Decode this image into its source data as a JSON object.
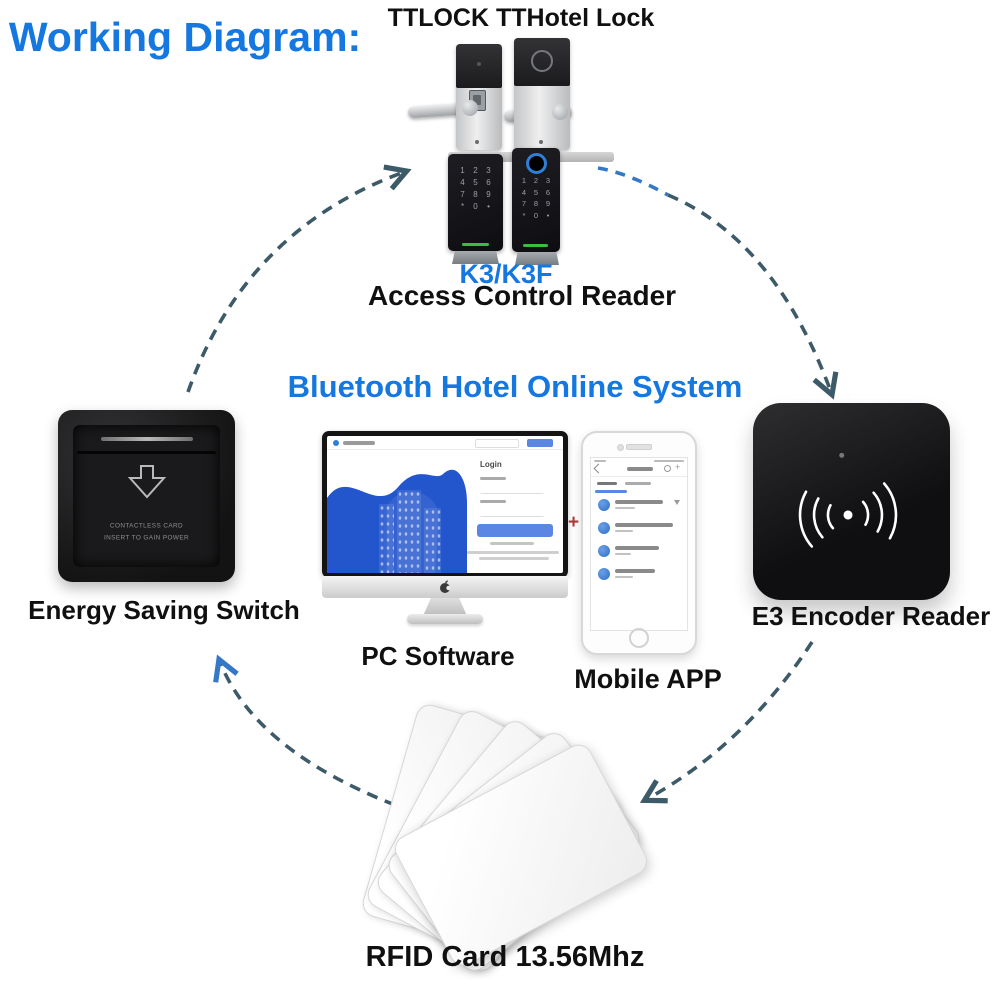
{
  "title": "Working Diagram:",
  "plus_sign": "+",
  "colors": {
    "accent_blue": "#1577e0",
    "label_black": "#101010",
    "arrow": "#3c5a68",
    "arrow_blue": "#3579c6",
    "green_indicator": "#35c03f",
    "red_plus": "#b03a3a",
    "screen_blue": "#2356cd",
    "button_blue": "#5c86e3"
  },
  "nodes": {
    "lock": {
      "label": "TTLOCK TTHotel Lock"
    },
    "access_reader": {
      "model": "K3/K3F",
      "label": "Access Control Reader",
      "keys": [
        "1",
        "2",
        "3",
        "4",
        "5",
        "6",
        "7",
        "8",
        "9",
        "*",
        "0",
        "•"
      ]
    },
    "system": {
      "label": "Bluetooth Hotel Online System"
    },
    "pc": {
      "label": "PC Software",
      "login_heading": "Login"
    },
    "mobile": {
      "label": "Mobile APP"
    },
    "energy_switch": {
      "label": "Energy Saving Switch",
      "panel_text": [
        "CONTACTLESS CARD",
        "INSERT TO GAIN POWER"
      ]
    },
    "encoder": {
      "label": "E3 Encoder Reader"
    },
    "rfid": {
      "label": "RFID Card 13.56Mhz"
    }
  }
}
